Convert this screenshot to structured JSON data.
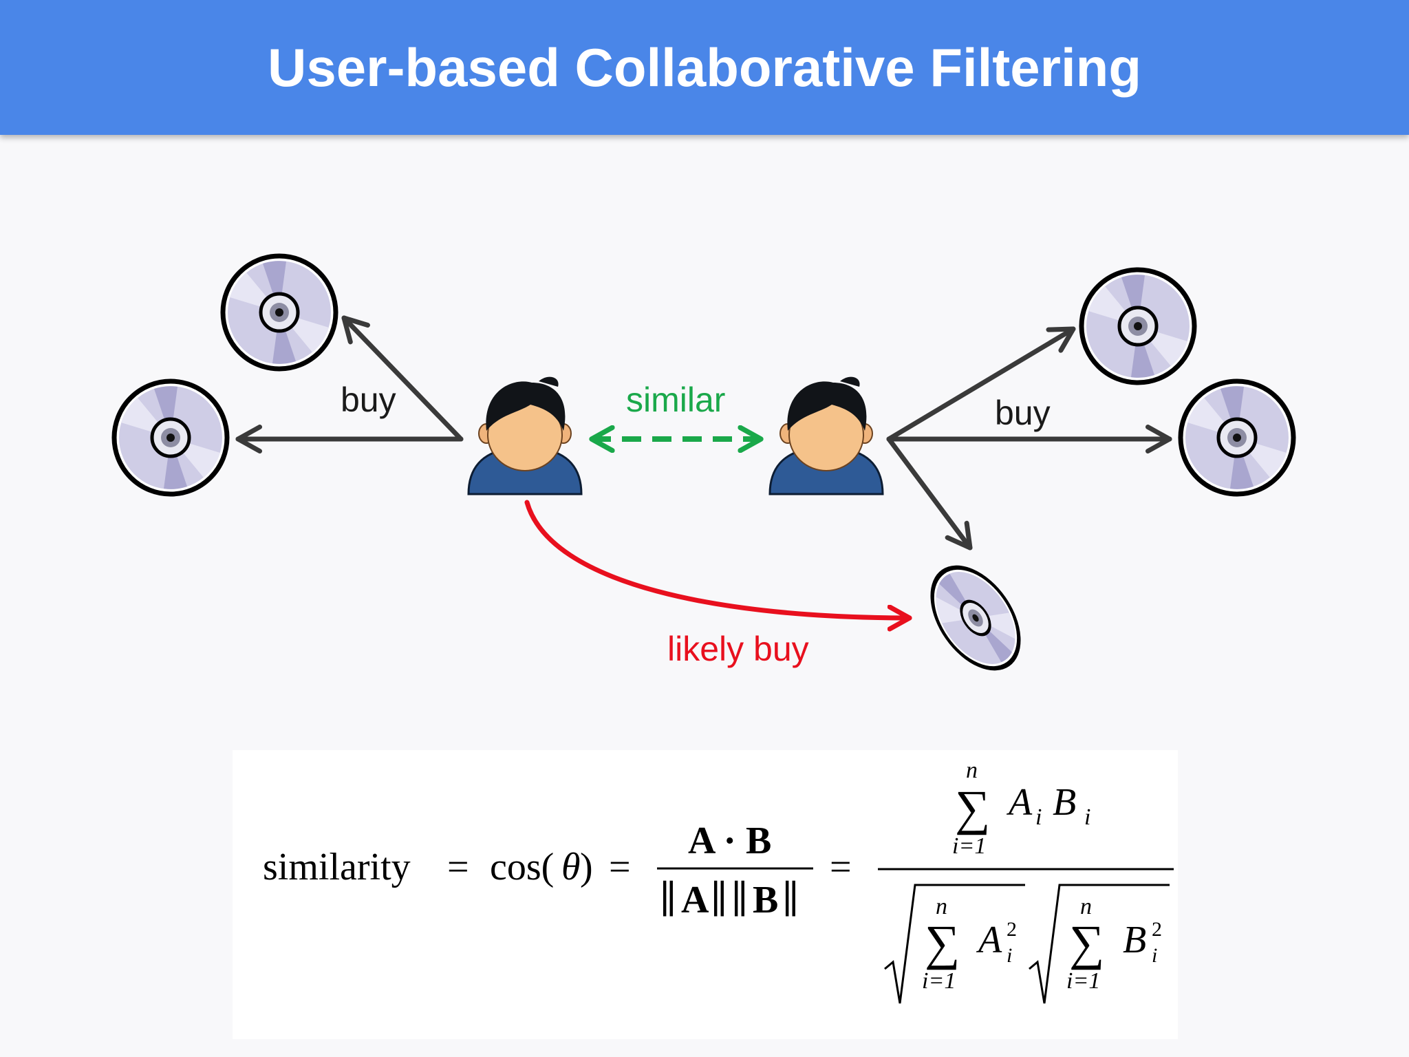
{
  "slide": {
    "title": "User-based Collaborative Filtering"
  },
  "diagram": {
    "labels": {
      "buy_left": "buy",
      "similar": "similar",
      "buy_right": "buy",
      "likely_buy": "likely buy"
    },
    "colors": {
      "header": "#4a86e8",
      "arrow": "#3a3a3a",
      "similar": "#1aa84a",
      "likely_buy": "#e8101e",
      "disc": "#c8c6e2",
      "user_shirt": "#2e5a96",
      "user_face": "#f5c28a"
    }
  },
  "formula": {
    "similarity": "similarity",
    "eq": "=",
    "cos": "cos(",
    "theta": "θ",
    "close": ")",
    "num_ab": "A · B",
    "bar": "∥",
    "bold_a": "A",
    "bold_b": "B",
    "sum": "∑",
    "n": "n",
    "i_eq_1": "i=1",
    "a_i": "A",
    "b_i": "B",
    "sub_i": "i",
    "sup_2": "2",
    "sqrt": "√"
  }
}
